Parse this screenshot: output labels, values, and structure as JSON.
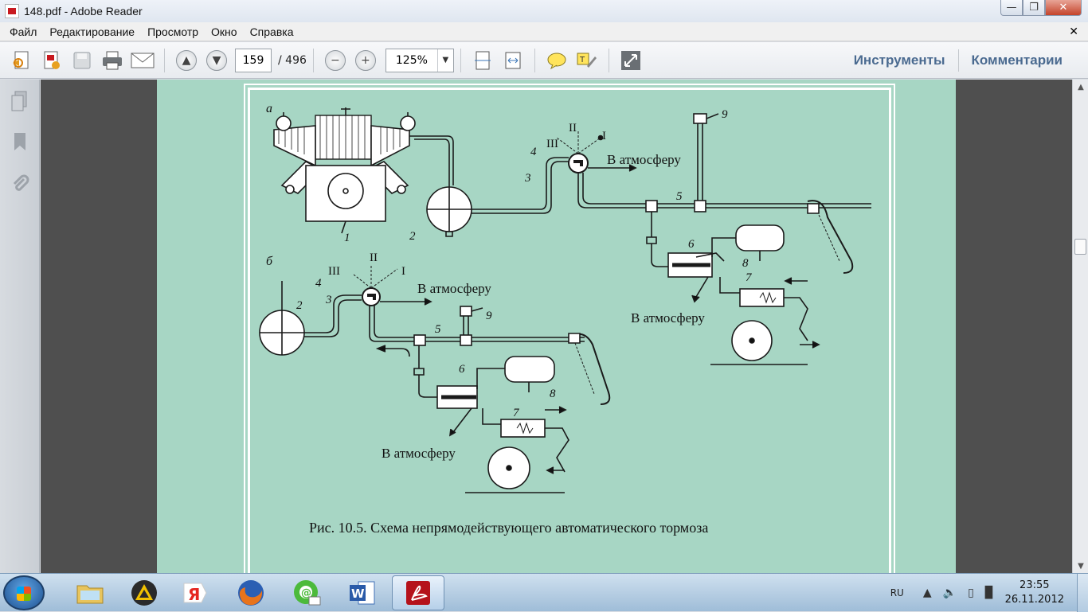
{
  "window": {
    "title": "148.pdf - Adobe Reader"
  },
  "menu": [
    "Файл",
    "Редактирование",
    "Просмотр",
    "Окно",
    "Справка"
  ],
  "toolbar": {
    "page_current": "159",
    "page_total": "/ 496",
    "zoom": "125%",
    "tools_label": "Инструменты",
    "comments_label": "Комментарии"
  },
  "figure": {
    "label_a": "а",
    "label_b": "б",
    "atmosphere": "В атмосферу",
    "roman": [
      "I",
      "II",
      "III"
    ],
    "numbers": [
      "1",
      "2",
      "3",
      "4",
      "5",
      "6",
      "7",
      "8",
      "9"
    ],
    "caption": "Рис. 10.5. Схема непрямодействующего автоматического тормоза"
  },
  "taskbar": {
    "lang": "RU",
    "time": "23:55",
    "date": "26.11.2012"
  },
  "colors": {
    "page_bg": "#a7d6c4",
    "doc_bg": "#4f4f4f",
    "link": "#4a6a90"
  }
}
